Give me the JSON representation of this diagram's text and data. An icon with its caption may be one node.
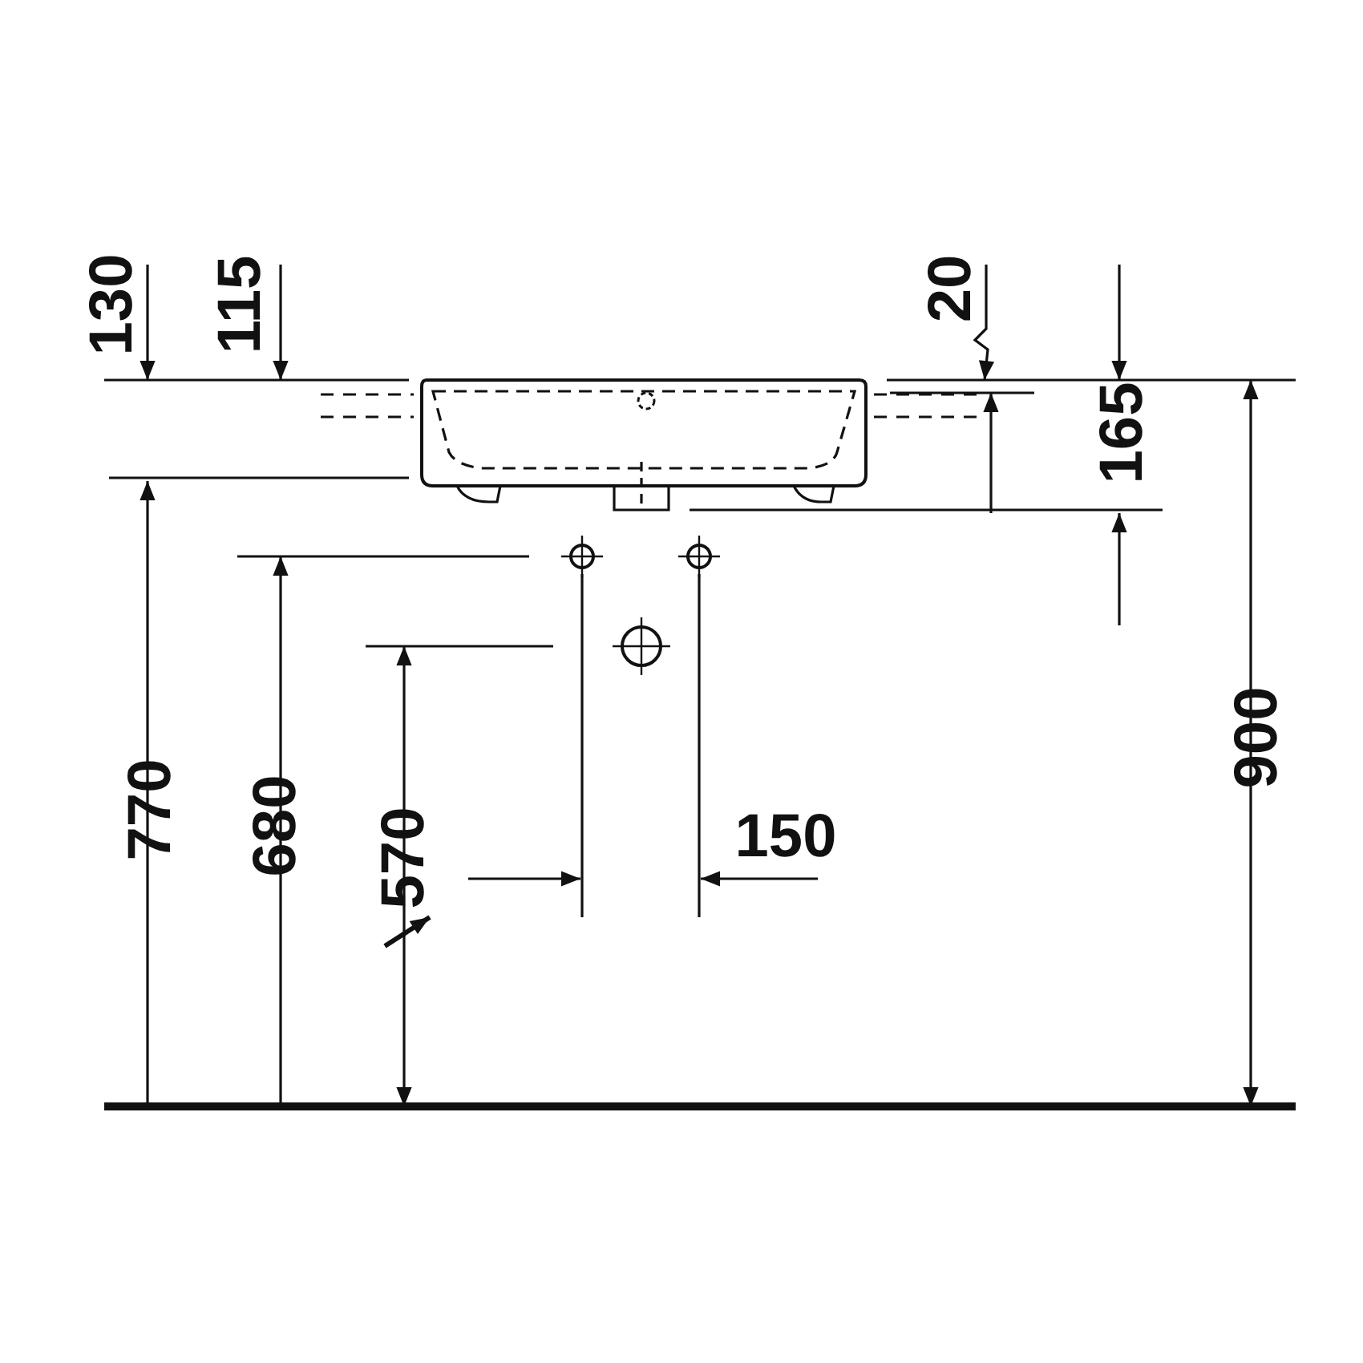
{
  "diagram": {
    "labels": [
      "130",
      "115",
      "20",
      "165",
      "900",
      "770",
      "680",
      "570",
      "150"
    ]
  }
}
